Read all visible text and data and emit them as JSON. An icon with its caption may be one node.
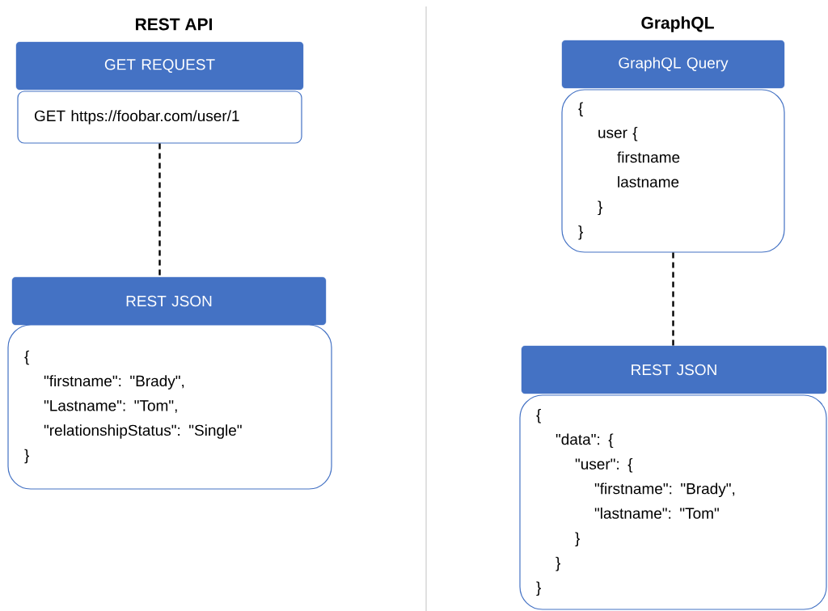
{
  "diagram": {
    "nodes": [
      {
        "text": [
          "GET REQUEST"
        ]
      },
      {
        "text": [
          "GET https://foobar.com/user/1"
        ]
      },
      {
        "text": [
          "REST JSON"
        ]
      },
      {
        "text": [
          "{",
          "\"firstname\": \"Brady\",",
          "\"Lastname\": \"Tom\",",
          "\"relationshipStatus\": \"Single\"",
          "}"
        ]
      },
      {
        "text": [
          "GraphQL Query"
        ]
      },
      {
        "text": [
          "{",
          "user {",
          "firstname",
          "lastname",
          "}",
          "}"
        ]
      },
      {
        "text": [
          "REST JSON"
        ]
      },
      {
        "text": [
          "{",
          "\"data\": {",
          "\"user\": {",
          "\"firstname\": \"Brady\",",
          "\"lastname\": \"Tom\"",
          "}",
          "}",
          "}"
        ]
      }
    ],
    "edges": [
      {
        "from": 1,
        "to": 2,
        "arrow": "none",
        "style": "dashed"
      },
      {
        "from": 5,
        "to": 6,
        "arrow": "none",
        "style": "dashed"
      }
    ],
    "labels": [
      "REST API",
      "GraphQL"
    ]
  }
}
